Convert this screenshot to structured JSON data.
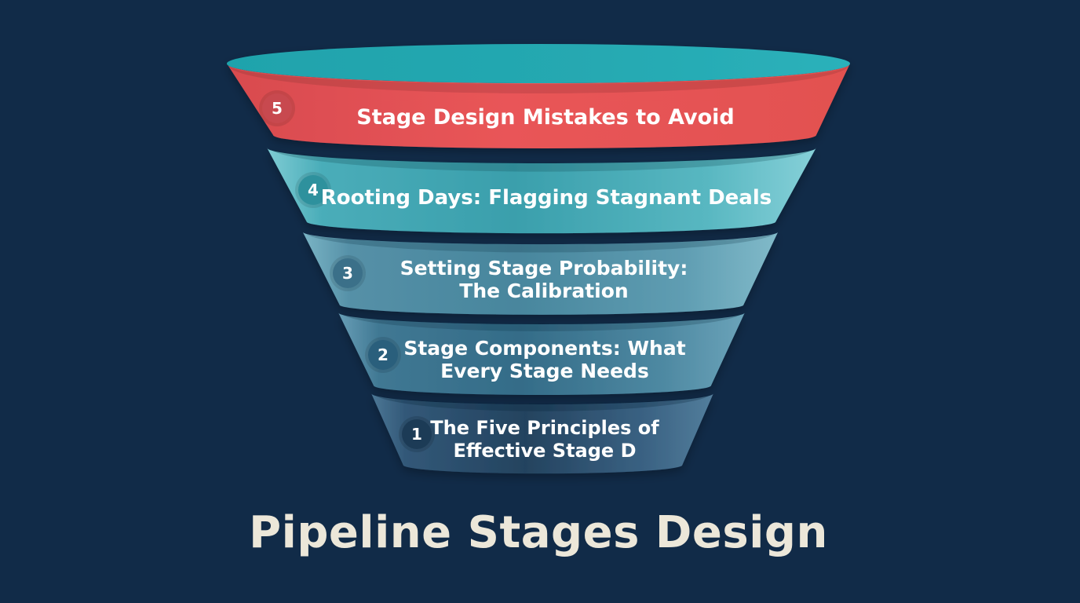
{
  "title": "Pipeline Stages Design",
  "funnel": {
    "rim_color": "#25a8b1",
    "stages": [
      {
        "number": "5",
        "line1": "Stage Design Mistakes to Avoid",
        "color": "#e95558",
        "badge_color": "#c8494f"
      },
      {
        "number": "4",
        "line1": "Rooting Days: Flagging Stagnant Deals",
        "color": "#3a9fac",
        "badge_color": "#2f919d"
      },
      {
        "number": "3",
        "line1": "Setting Stage Probability:",
        "line2": "The Calibration",
        "color": "#48869d",
        "badge_color": "#3a7089"
      },
      {
        "number": "2",
        "line1": "Stage Components: What",
        "line2": "Every Stage Needs",
        "color": "#346c88",
        "badge_color": "#2b5e7b"
      },
      {
        "number": "1",
        "line1": "The Five Principles of",
        "line2": "Effective Stage D",
        "color": "#24435f",
        "badge_color": "#1e3b56"
      }
    ]
  },
  "colors": {
    "background": "#112b48",
    "title_text": "#ece7d9",
    "stage_text": "#ffffff"
  }
}
